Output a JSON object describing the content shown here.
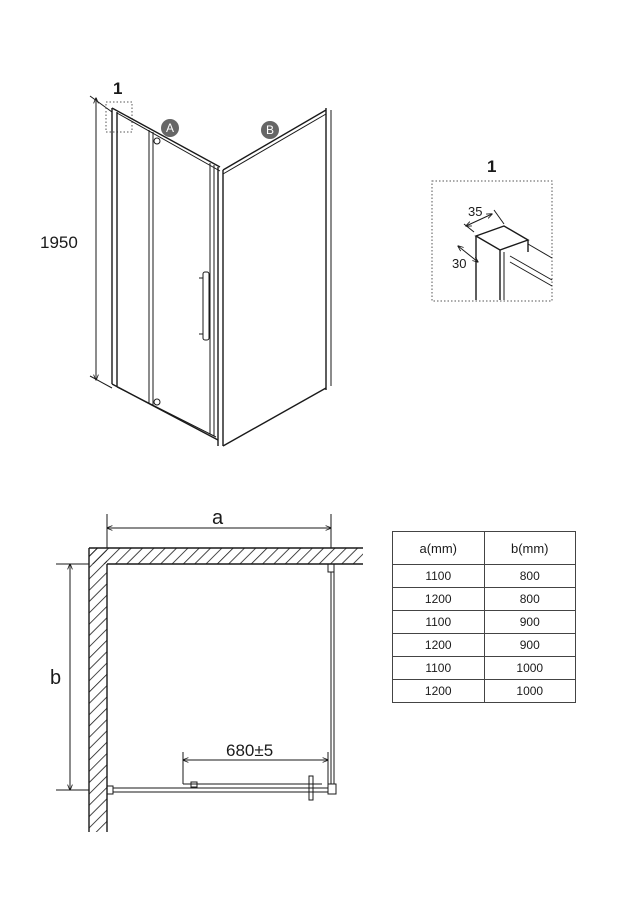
{
  "isometric_view": {
    "height_label": "1950",
    "detail_marker": "1",
    "panel_a_label": "A",
    "panel_b_label": "B"
  },
  "detail_view": {
    "title": "1",
    "dim_width": "35",
    "dim_depth": "30"
  },
  "plan_view": {
    "width_label": "a",
    "depth_label": "b",
    "opening_label": "680±5"
  },
  "size_table": {
    "headers": [
      "a(mm)",
      "b(mm)"
    ],
    "rows": [
      [
        "1100",
        "800"
      ],
      [
        "1200",
        "800"
      ],
      [
        "1100",
        "900"
      ],
      [
        "1200",
        "900"
      ],
      [
        "1100",
        "1000"
      ],
      [
        "1200",
        "1000"
      ]
    ]
  }
}
